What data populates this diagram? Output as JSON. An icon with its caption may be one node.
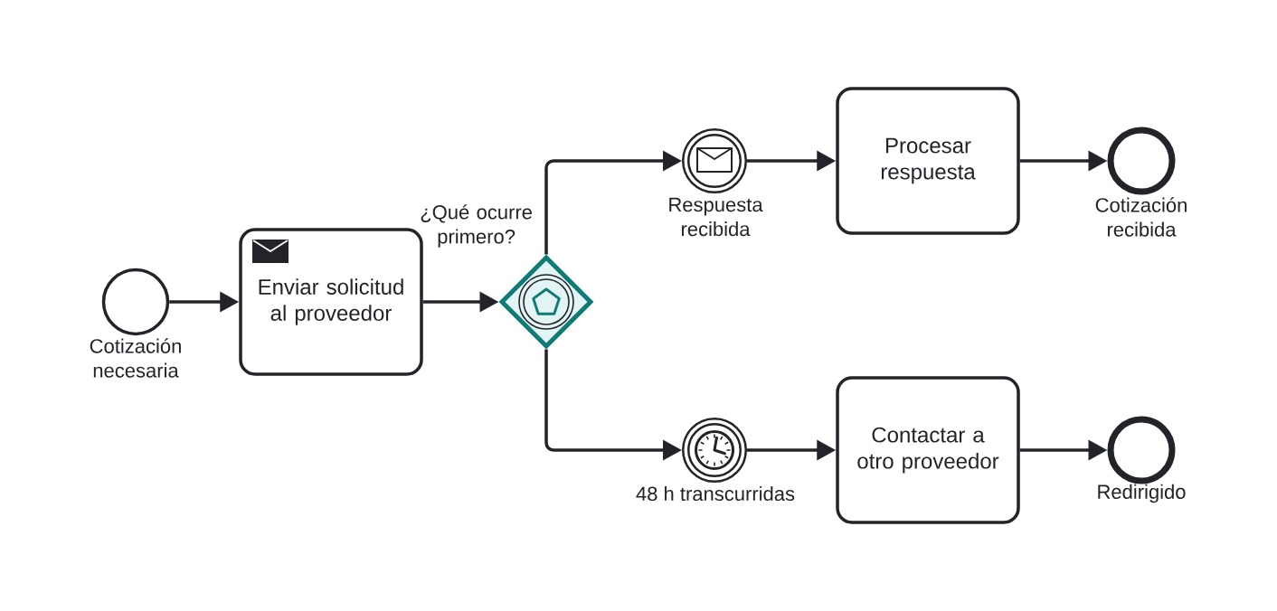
{
  "diagram": {
    "nodes": [
      {
        "text": [],
        "shape": "circle",
        "beside": [
          "Cotización necesaria"
        ]
      },
      {
        "text": [
          "Enviar solicitud al proveedor"
        ]
      },
      {
        "text": [],
        "shape": "diamond",
        "beside": [
          "¿Qué ocurre primero?"
        ]
      },
      {
        "text": [],
        "shape": "circle",
        "beside": [
          "Respuesta recibida"
        ]
      },
      {
        "text": [
          "Procesar respuesta"
        ]
      },
      {
        "text": [],
        "shape": "circle",
        "beside": [
          "Cotización recibida"
        ]
      },
      {
        "text": [],
        "shape": "circle",
        "beside": [
          "48 h transcurridas"
        ]
      },
      {
        "text": [
          "Contactar a otro proveedor"
        ]
      },
      {
        "text": [],
        "shape": "circle",
        "beside": [
          "Redirigido"
        ]
      }
    ],
    "edges": [
      {
        "from": 0,
        "to": 1,
        "arrow": "to"
      },
      {
        "from": 1,
        "to": 2,
        "arrow": "to"
      },
      {
        "from": 2,
        "to": 3,
        "arrow": "to"
      },
      {
        "from": 3,
        "to": 4,
        "arrow": "to"
      },
      {
        "from": 4,
        "to": 5,
        "arrow": "to"
      },
      {
        "from": 2,
        "to": 6,
        "arrow": "to"
      },
      {
        "from": 6,
        "to": 7,
        "arrow": "to"
      },
      {
        "from": 7,
        "to": 8,
        "arrow": "to"
      }
    ]
  }
}
